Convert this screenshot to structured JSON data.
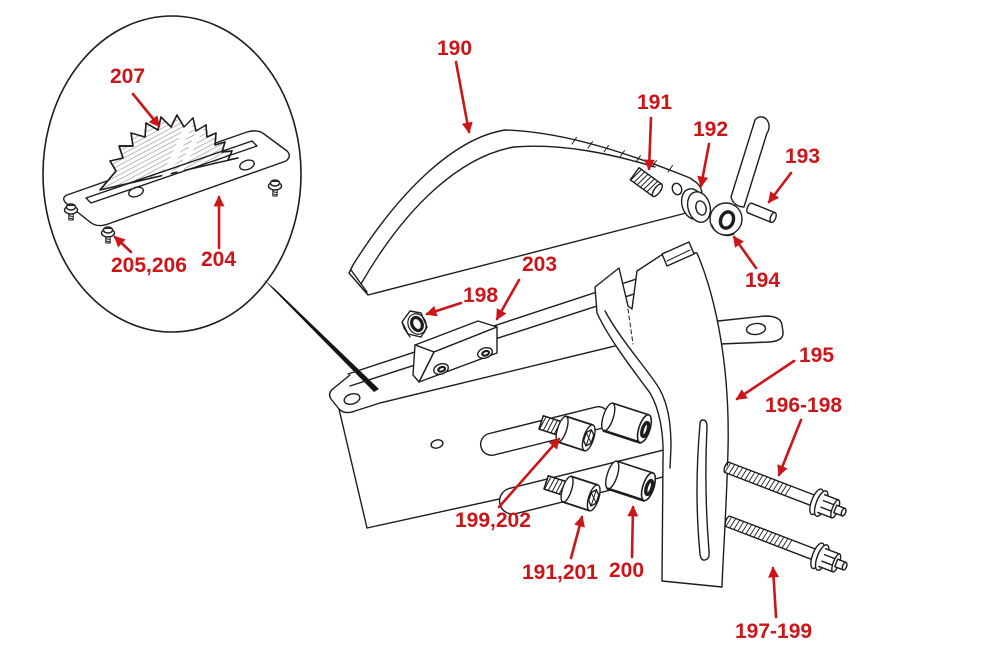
{
  "diagram": {
    "type": "exploded-parts-diagram",
    "background_color": "#ffffff",
    "line_color": "#1d1d1d",
    "callout_color": "#cc1519",
    "callouts": [
      {
        "id": "190",
        "text": "190",
        "points_to": "guard-cover"
      },
      {
        "id": "191",
        "text": "191",
        "points_to": "pivot-stud"
      },
      {
        "id": "192",
        "text": "192",
        "points_to": "flat-washer"
      },
      {
        "id": "193",
        "text": "193",
        "points_to": "roll-pin"
      },
      {
        "id": "194",
        "text": "194",
        "points_to": "locking-lever"
      },
      {
        "id": "195",
        "text": "195",
        "points_to": "support-bracket"
      },
      {
        "id": "196-198",
        "text": "196-198",
        "points_to": "mounting-bolt-upper"
      },
      {
        "id": "197-199",
        "text": "197-199",
        "points_to": "mounting-bolt-lower"
      },
      {
        "id": "198",
        "text": "198",
        "points_to": "hex-nut"
      },
      {
        "id": "199,202",
        "text": "199,202",
        "points_to": "socket-bolt-upper"
      },
      {
        "id": "191,201",
        "text": "191,201",
        "points_to": "socket-bolt-lower"
      },
      {
        "id": "200",
        "text": "200",
        "points_to": "spacer"
      },
      {
        "id": "203",
        "text": "203",
        "points_to": "clamp-block"
      },
      {
        "id": "204",
        "text": "204",
        "points_to": "blade-plate"
      },
      {
        "id": "205,206",
        "text": "205,206",
        "points_to": "plate-screws"
      },
      {
        "id": "207",
        "text": "207",
        "points_to": "saw-blade"
      }
    ]
  }
}
